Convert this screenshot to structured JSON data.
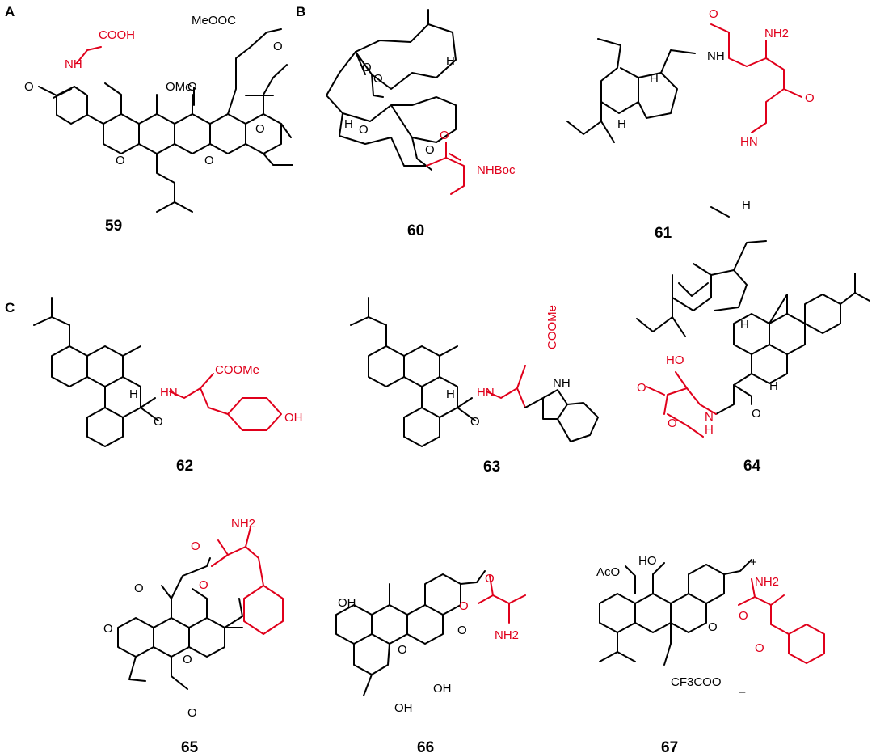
{
  "panels": {
    "a": "A",
    "b": "B",
    "c": "C"
  },
  "compounds": {
    "c59": {
      "number": "59",
      "labels": {
        "ome": "OMe",
        "meooc": "MeOOC",
        "cooh": "COOH",
        "nh": "NH",
        "o1": "O",
        "o2": "O",
        "o3": "O",
        "o4": "O",
        "o5": "O",
        "o6": "O"
      }
    },
    "c60": {
      "number": "60",
      "labels": {
        "nhboc": "NHBoc",
        "h1": "H",
        "h2": "H",
        "o1": "O",
        "o2": "O",
        "o3": "O",
        "o4": "O",
        "o5": "O",
        "o6": "O"
      }
    },
    "c61": {
      "number": "61",
      "labels": {
        "nh2": "NH2",
        "nh": "NH",
        "hn": "HN",
        "h1": "H",
        "h2": "H",
        "h3": "H",
        "h4": "H",
        "o1": "O",
        "o2": "O"
      }
    },
    "c62": {
      "number": "62",
      "labels": {
        "hn": "HN",
        "coome": "COOMe",
        "oh": "OH",
        "h": "H",
        "o": "O"
      }
    },
    "c63": {
      "number": "63",
      "labels": {
        "hn": "HN",
        "coome": "COOMe",
        "nh": "NH",
        "h": "H",
        "o": "O"
      }
    },
    "c64": {
      "number": "64",
      "labels": {
        "ho": "HO",
        "nh": "N",
        "h_nh": "H",
        "h": "H",
        "o1": "O",
        "o2": "O",
        "o3": "O"
      }
    },
    "c65": {
      "number": "65",
      "labels": {
        "nh2": "NH2",
        "o1": "O",
        "o2": "O",
        "o3": "O",
        "o4": "O",
        "o5": "O",
        "o6": "O"
      }
    },
    "c66": {
      "number": "66",
      "labels": {
        "oh1": "OH",
        "oh2": "OH",
        "oh3": "OH",
        "nh2": "NH2",
        "o1": "O",
        "o2": "O",
        "o3": "O",
        "o4": "O"
      }
    },
    "c67": {
      "number": "67",
      "labels": {
        "ho": "HO",
        "aco": "AcO",
        "cf3coo": "CF3COO",
        "nh2": "NH2",
        "plus": "+",
        "minus": "–",
        "o1": "O",
        "o2": "O",
        "o3": "O"
      }
    }
  },
  "colors": {
    "ink": "#000000",
    "highlight": "#e0001b",
    "background": "#ffffff"
  }
}
